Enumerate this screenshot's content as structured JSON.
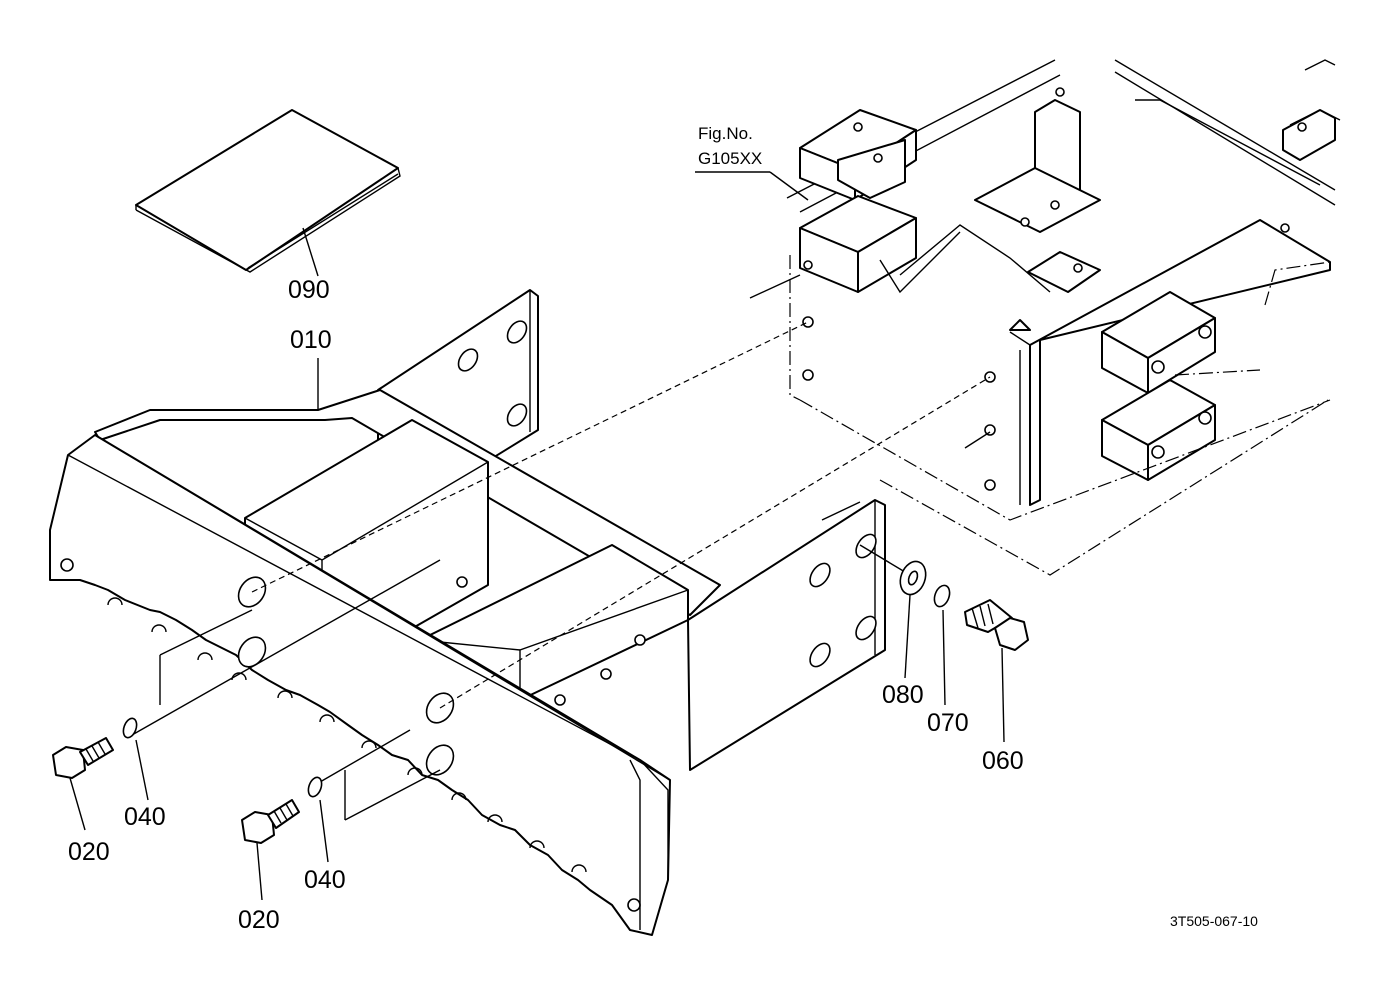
{
  "figure_ref": {
    "line1": "Fig.No.",
    "line2": "G105XX"
  },
  "parts": {
    "p090": "090",
    "p010": "010",
    "p020a": "020",
    "p020b": "020",
    "p040a": "040",
    "p040b": "040",
    "p060": "060",
    "p070": "070",
    "p080": "080"
  },
  "drawing_id": "3T505-067-10"
}
